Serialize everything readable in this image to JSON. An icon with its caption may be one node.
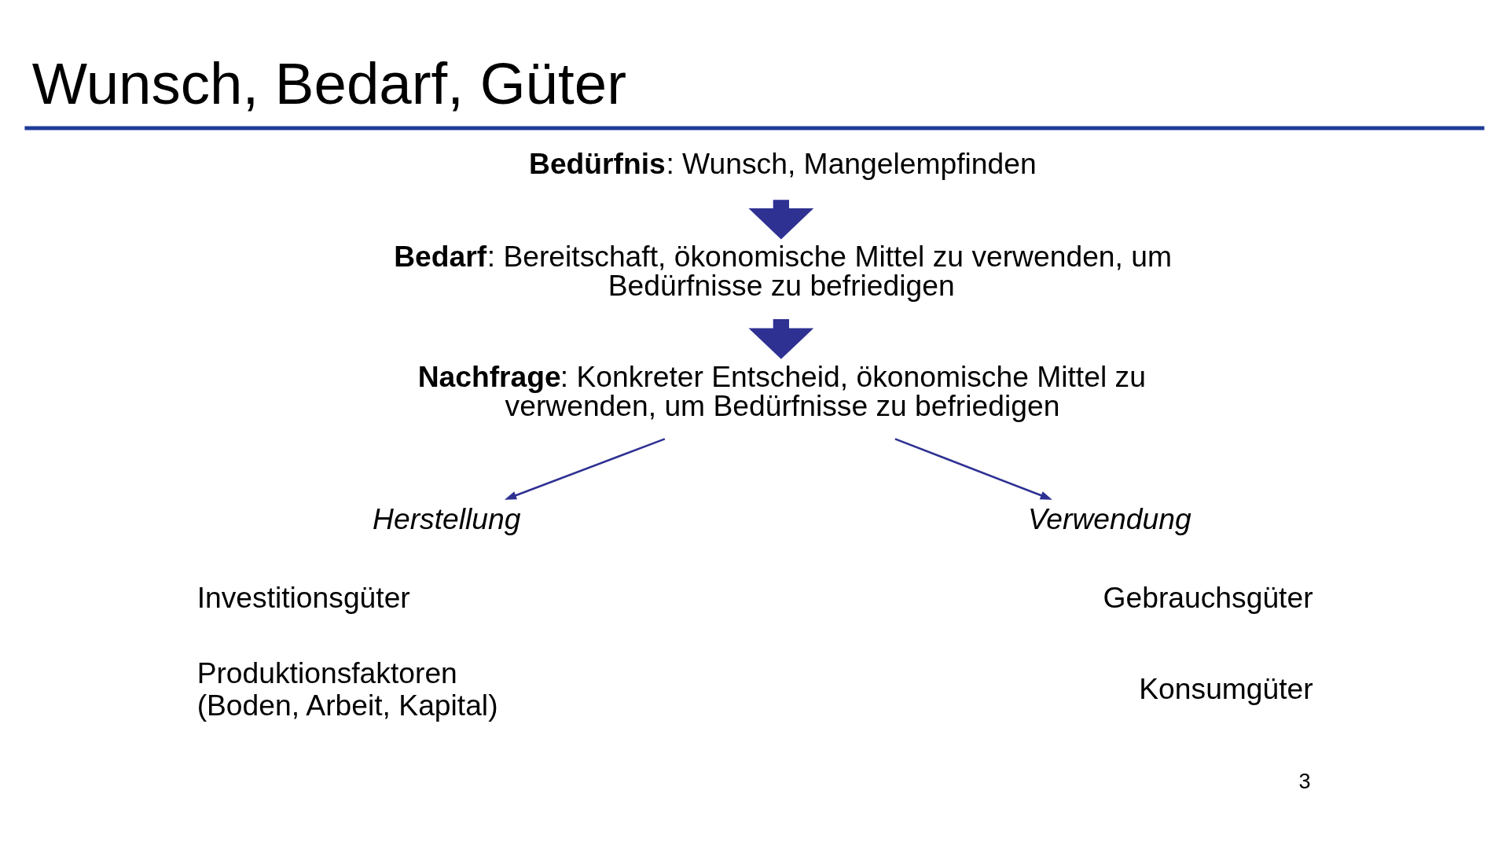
{
  "diagram": {
    "title": "Wunsch, Bedarf, Güter",
    "nodes": [
      {
        "text": [
          "**Bedürfnis**: Wunsch, Mangelempfinden"
        ]
      },
      {
        "text": [
          "**Bedarf**: Bereitschaft, ökonomische Mittel zu verwenden, um Bedürfnisse zu befriedigen"
        ]
      },
      {
        "text": [
          "**Nachfrage**: Konkreter Entscheid, ökonomische Mittel zu verwenden, um Bedürfnisse zu befriedigen"
        ]
      },
      {
        "text": [
          "Herstellung"
        ]
      },
      {
        "text": [
          "Verwendung"
        ]
      }
    ],
    "edges": [
      {
        "from": 0,
        "to": 1,
        "arrow": "to",
        "style": "thick"
      },
      {
        "from": 1,
        "to": 2,
        "arrow": "to",
        "style": "thick"
      },
      {
        "from": 2,
        "to": 3,
        "arrow": "to"
      },
      {
        "from": 2,
        "to": 4,
        "arrow": "to"
      }
    ],
    "labels": [
      "Investitionsgüter",
      "Gebrauchsgüter",
      "Produktionsfaktoren (Boden, Arbeit, Kapital)",
      "Konsumgüter",
      "3"
    ]
  }
}
